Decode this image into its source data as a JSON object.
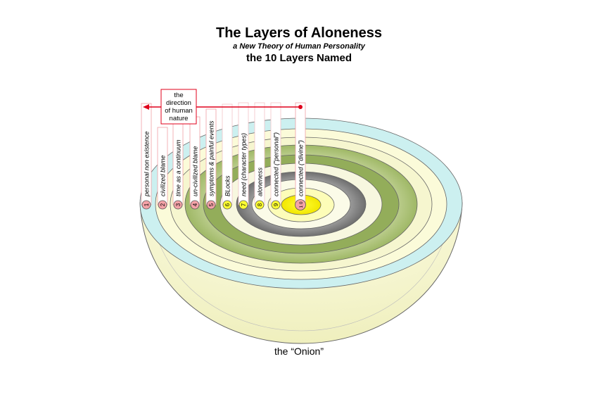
{
  "header": {
    "title": "The Layers of Aloneness",
    "subtitle": "a New Theory of Human Personality",
    "subtitle2": "the 10 Layers Named"
  },
  "direction_box": {
    "lines": [
      "the",
      "direction",
      "of human",
      "nature"
    ]
  },
  "caption": "the “Onion”",
  "layers": [
    {
      "number": "1",
      "label": "personal non existence"
    },
    {
      "number": "2",
      "label": "civilized blame"
    },
    {
      "number": "3",
      "label": "time as a continuum"
    },
    {
      "number": "4",
      "label": "un-civilized blame"
    },
    {
      "number": "5",
      "label": "symptoms & painful events"
    },
    {
      "number": "6",
      "label": "BLocks"
    },
    {
      "number": "7",
      "label": "need (character types)"
    },
    {
      "number": "8",
      "label": "aloneness"
    },
    {
      "number": "9",
      "label": "connected (\"personal\")"
    },
    {
      "number": "1 0",
      "label": "connected (\"divine\")"
    }
  ],
  "colors": {
    "arrow": "#e0001b",
    "badge_pink": "#f4a3a8",
    "badge_yellow": "#ffff33",
    "outer_ring": "#ccf0f0",
    "base": "#fbfbd9",
    "green_light": "#c9d89a",
    "green_dark": "#93ad5a"
  }
}
